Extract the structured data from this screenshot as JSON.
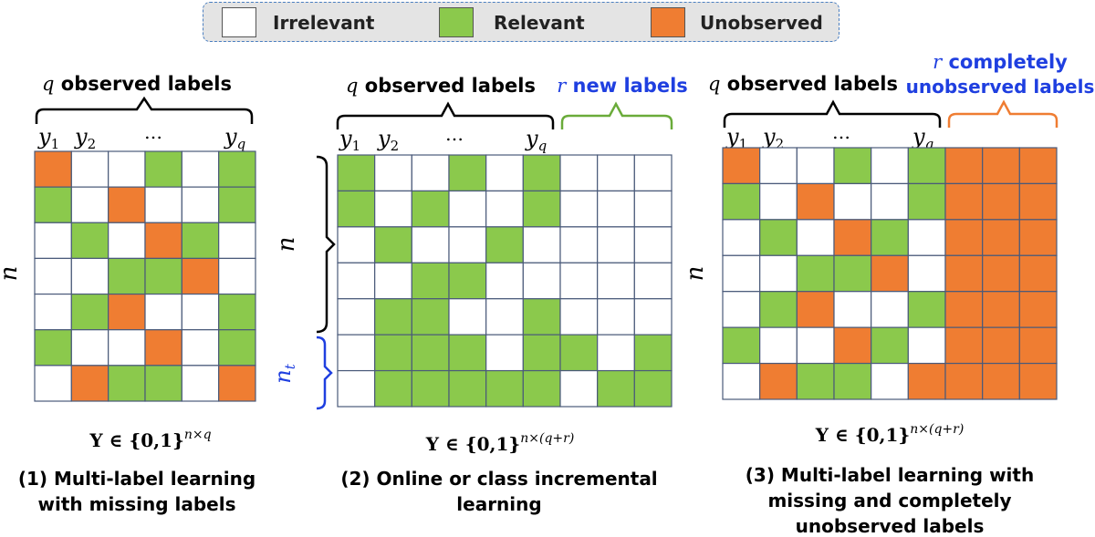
{
  "colors": {
    "irrelevant": "#ffffff",
    "relevant": "#8bc94c",
    "unobserved": "#ef7d32",
    "grid_line": "#4a5a7a",
    "brace_black": "#000000",
    "brace_blue": "#1f3fe0",
    "brace_green": "#6aab3a",
    "brace_orange": "#ef7d32"
  },
  "legend": {
    "items": [
      {
        "key": "irrelevant",
        "label": "Irrelevant"
      },
      {
        "key": "relevant",
        "label": "Relevant"
      },
      {
        "key": "unobserved",
        "label": "Unobserved"
      }
    ]
  },
  "panels": [
    {
      "id": "panel-1",
      "label_top": "q observed labels",
      "label_top_var": "q",
      "label_top_rest": " observed labels",
      "col_labels": [
        "y1",
        "y2",
        "…",
        "yq"
      ],
      "row_label": "n",
      "formula": "Y ∈ {0,1}",
      "formula_sup": "n×q",
      "caption": [
        "(1) Multi-label learning",
        "with missing labels"
      ],
      "matrix": [
        "UIIRIR",
        "RIUIIR",
        "IRIURI",
        "IIRRUI",
        "IRUIIR",
        "RIIUIR",
        "IURRIU"
      ]
    },
    {
      "id": "panel-2",
      "label_top_var": "q",
      "label_top_rest": " observed labels",
      "new_label_var": "r",
      "new_label_rest": " new labels",
      "col_labels": [
        "y1",
        "y2",
        "…",
        "yq"
      ],
      "row_label": "n",
      "row_label_new": "nt",
      "formula": "Y ∈ {0,1}",
      "formula_sup": "n×(q+r)",
      "caption": [
        "(2) Online or class incremental",
        "learning"
      ],
      "matrix": [
        "RIIRIRIII",
        "RIRIIRIII",
        "IRIIRIIII",
        "IIRRIIIII",
        "IRRIIRIII",
        "IRRRIRRIR",
        "IRRRRRIRR"
      ]
    },
    {
      "id": "panel-3",
      "label_top_var": "q",
      "label_top_rest": " observed labels",
      "unobs_label_var": "r",
      "unobs_label_line1_rest": " completely",
      "unobs_label_line2": "unobserved labels",
      "col_labels": [
        "y1",
        "y2",
        "…",
        "yq"
      ],
      "row_label": "n",
      "formula": "Y ∈ {0,1}",
      "formula_sup": "n×(q+r)",
      "caption": [
        "(3) Multi-label learning with",
        "missing and completely",
        "unobserved labels"
      ],
      "matrix": [
        "UIIRIRUUU",
        "RIUIIRUUU",
        "IRIURIUUU",
        "IIRRUIUUU",
        "IRUIIRUUU",
        "RIIURIUUU",
        "IURRIUUUU"
      ]
    }
  ]
}
